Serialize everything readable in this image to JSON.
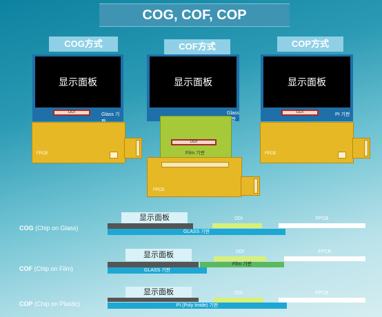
{
  "title": "COG, COF, COP",
  "panels": {
    "cog": {
      "label": "COG方式",
      "screen": "显示面板",
      "ddi": "DDI",
      "substrate": "Glass 기판",
      "fpcb": "FPCB"
    },
    "cof": {
      "label": "COF方式",
      "screen": "显示面板",
      "glass": "Glass 기판",
      "ddi": "DDI",
      "substrate": "Film 기판",
      "fpcb": "FPCB"
    },
    "cop": {
      "label": "COP方式",
      "screen": "显示面板",
      "ddi": "DDI",
      "substrate": "PI 기판",
      "fpcb": "FPCB"
    }
  },
  "rows": [
    {
      "code": "COG",
      "desc": "(Chip on Glass)",
      "panel": "显示面板",
      "ddi": "DDI",
      "fpcb": "FPCB",
      "substrate": "GLASS 기판"
    },
    {
      "code": "COF",
      "desc": "(Chip on Film)",
      "panel": "显示面板",
      "ddi": "DDI",
      "fpcb": "FPCB",
      "film": "Film 기판",
      "substrate": "GLASS 기판"
    },
    {
      "code": "COP",
      "desc": "(Chip on Plastic)",
      "panel": "显示面板",
      "ddi": "DDI",
      "fpcb": "FPCB",
      "substrate": "PI (Poly Imide) 기판"
    }
  ],
  "colors": {
    "fpcb": "#e7b825",
    "panel_frame": "#1f6fa8",
    "ddi_outline": "#a52a2a",
    "film": "#a6c93a",
    "glass_bar": "#1ea7d2",
    "ddi_bar": "#d8f07a",
    "film_bar": "#5cb85c",
    "panel_bar": "#555555"
  }
}
